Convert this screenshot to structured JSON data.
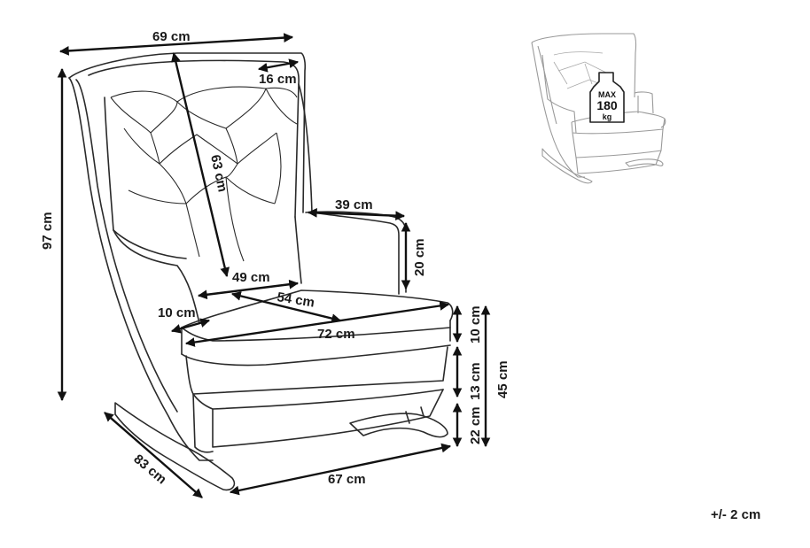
{
  "dimensions": {
    "width_top": "69 cm",
    "wing_depth": "16 cm",
    "back_height": "63 cm",
    "overall_height": "97 cm",
    "armrest_length": "39 cm",
    "armrest_height": "20 cm",
    "inner_width": "49 cm",
    "seat_depth": "54 cm",
    "armrest_width": "10 cm",
    "seat_width": "72 cm",
    "cushion_height": "10 cm",
    "frame_height": "13 cm",
    "leg_height": "22 cm",
    "seat_height": "45 cm",
    "depth_overall": "83 cm",
    "rocker_length": "67 cm"
  },
  "badge": {
    "line1": "MAX",
    "line2": "180",
    "line3": "kg"
  },
  "tolerance": "+/- 2 cm",
  "colors": {
    "line": "#2a2a2a",
    "arrow": "#111111",
    "thumbnail": "#9a9a9a"
  }
}
